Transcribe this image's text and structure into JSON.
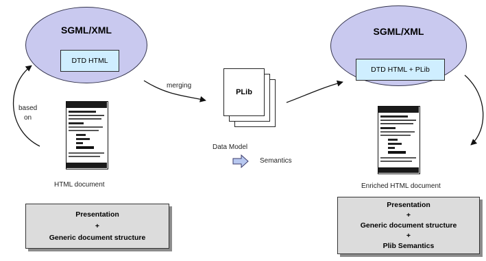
{
  "left_schema": {
    "title": "SGML/XML",
    "dtd_label": "DTD HTML"
  },
  "right_schema": {
    "title": "SGML/XML",
    "dtd_label": "DTD HTML + PLib"
  },
  "arrow_labels": {
    "based_on_line1": "based",
    "based_on_line2": "on",
    "merging": "merging"
  },
  "plib": {
    "label": "PLib",
    "data_model": "Data Model",
    "semantics": "Semantics"
  },
  "left_document": {
    "caption": "HTML document",
    "description_lines": [
      "Presentation",
      "+",
      "Generic document structure"
    ]
  },
  "right_document": {
    "caption": "Enriched HTML document",
    "description_lines": [
      "Presentation",
      "+",
      "Generic document structure",
      "+",
      "Plib Semantics"
    ]
  },
  "colors": {
    "ellipse_fill": "#c9c9ef",
    "dtd_fill": "#cfeeff",
    "box_fill": "#dcdcdc",
    "arrow_fill": "#b8c8f0"
  }
}
